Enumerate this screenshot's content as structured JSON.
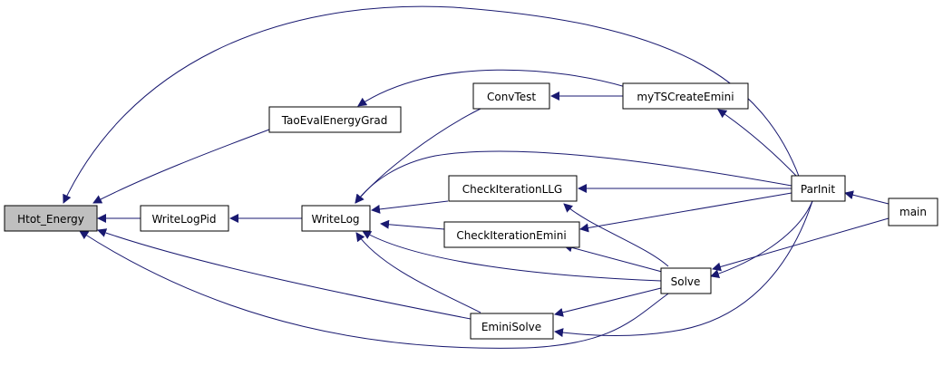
{
  "colors": {
    "edge": "#191970",
    "node_fill": "#ffffff",
    "focus_node_fill": "#bfbfbf",
    "node_border": "#000000"
  },
  "nodes": [
    {
      "id": "htot",
      "label": "Htot_Energy",
      "focus": true
    },
    {
      "id": "writelogpid",
      "label": "WriteLogPid"
    },
    {
      "id": "taoeval",
      "label": "TaoEvalEnergyGrad"
    },
    {
      "id": "writelog",
      "label": "WriteLog"
    },
    {
      "id": "convtest",
      "label": "ConvTest"
    },
    {
      "id": "checkllg",
      "label": "CheckIterationLLG"
    },
    {
      "id": "checkemini",
      "label": "CheckIterationEmini"
    },
    {
      "id": "eminisolve",
      "label": "EminiSolve"
    },
    {
      "id": "mytscreate",
      "label": "myTSCreateEmini"
    },
    {
      "id": "solve",
      "label": "Solve"
    },
    {
      "id": "parinit",
      "label": "ParInit"
    },
    {
      "id": "main",
      "label": "main"
    }
  ],
  "edges": [
    {
      "from": "writelogpid",
      "to": "htot"
    },
    {
      "from": "taoeval",
      "to": "htot"
    },
    {
      "from": "eminisolve",
      "to": "htot"
    },
    {
      "from": "solve",
      "to": "htot"
    },
    {
      "from": "parinit",
      "to": "htot"
    },
    {
      "from": "writelog",
      "to": "writelogpid"
    },
    {
      "from": "mytscreate",
      "to": "taoeval"
    },
    {
      "from": "convtest",
      "to": "writelog"
    },
    {
      "from": "checkllg",
      "to": "writelog"
    },
    {
      "from": "checkemini",
      "to": "writelog"
    },
    {
      "from": "eminisolve",
      "to": "writelog"
    },
    {
      "from": "solve",
      "to": "writelog"
    },
    {
      "from": "parinit",
      "to": "writelog"
    },
    {
      "from": "mytscreate",
      "to": "convtest"
    },
    {
      "from": "parinit",
      "to": "checkllg"
    },
    {
      "from": "solve",
      "to": "checkllg"
    },
    {
      "from": "parinit",
      "to": "checkemini"
    },
    {
      "from": "solve",
      "to": "checkemini"
    },
    {
      "from": "solve",
      "to": "eminisolve"
    },
    {
      "from": "parinit",
      "to": "eminisolve"
    },
    {
      "from": "parinit",
      "to": "mytscreate"
    },
    {
      "from": "parinit",
      "to": "solve"
    },
    {
      "from": "main",
      "to": "parinit"
    },
    {
      "from": "main",
      "to": "solve"
    }
  ]
}
